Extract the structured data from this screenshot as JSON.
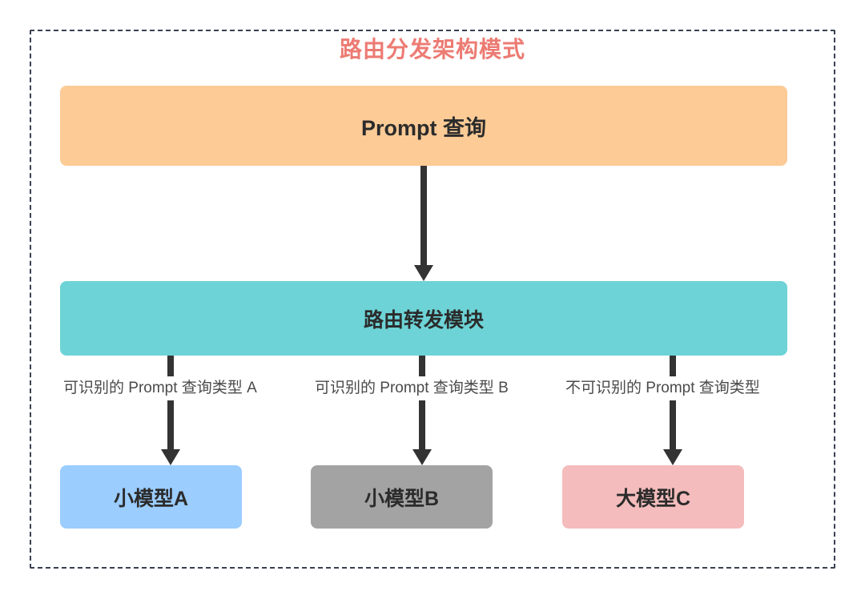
{
  "diagram": {
    "title": "路由分发架构模式",
    "title_color": "#ec7b73",
    "frame_style": "dashed",
    "nodes": {
      "prompt": {
        "label": "Prompt 查询",
        "color": "#fccb96"
      },
      "router": {
        "label": "路由转发模块",
        "color": "#6dd3d6"
      },
      "leaf_a": {
        "label": "小模型A",
        "color": "#9bcdff"
      },
      "leaf_b": {
        "label": "小模型B",
        "color": "#a3a3a3"
      },
      "leaf_c": {
        "label": "大模型C",
        "color": "#f4bcbc"
      }
    },
    "edge_labels": {
      "branch_a": "可识别的 Prompt 查询类型 A",
      "branch_b": "可识别的 Prompt 查询类型 B",
      "branch_c": "不可识别的 Prompt 查询类型"
    },
    "arrow_color": "#333333"
  }
}
